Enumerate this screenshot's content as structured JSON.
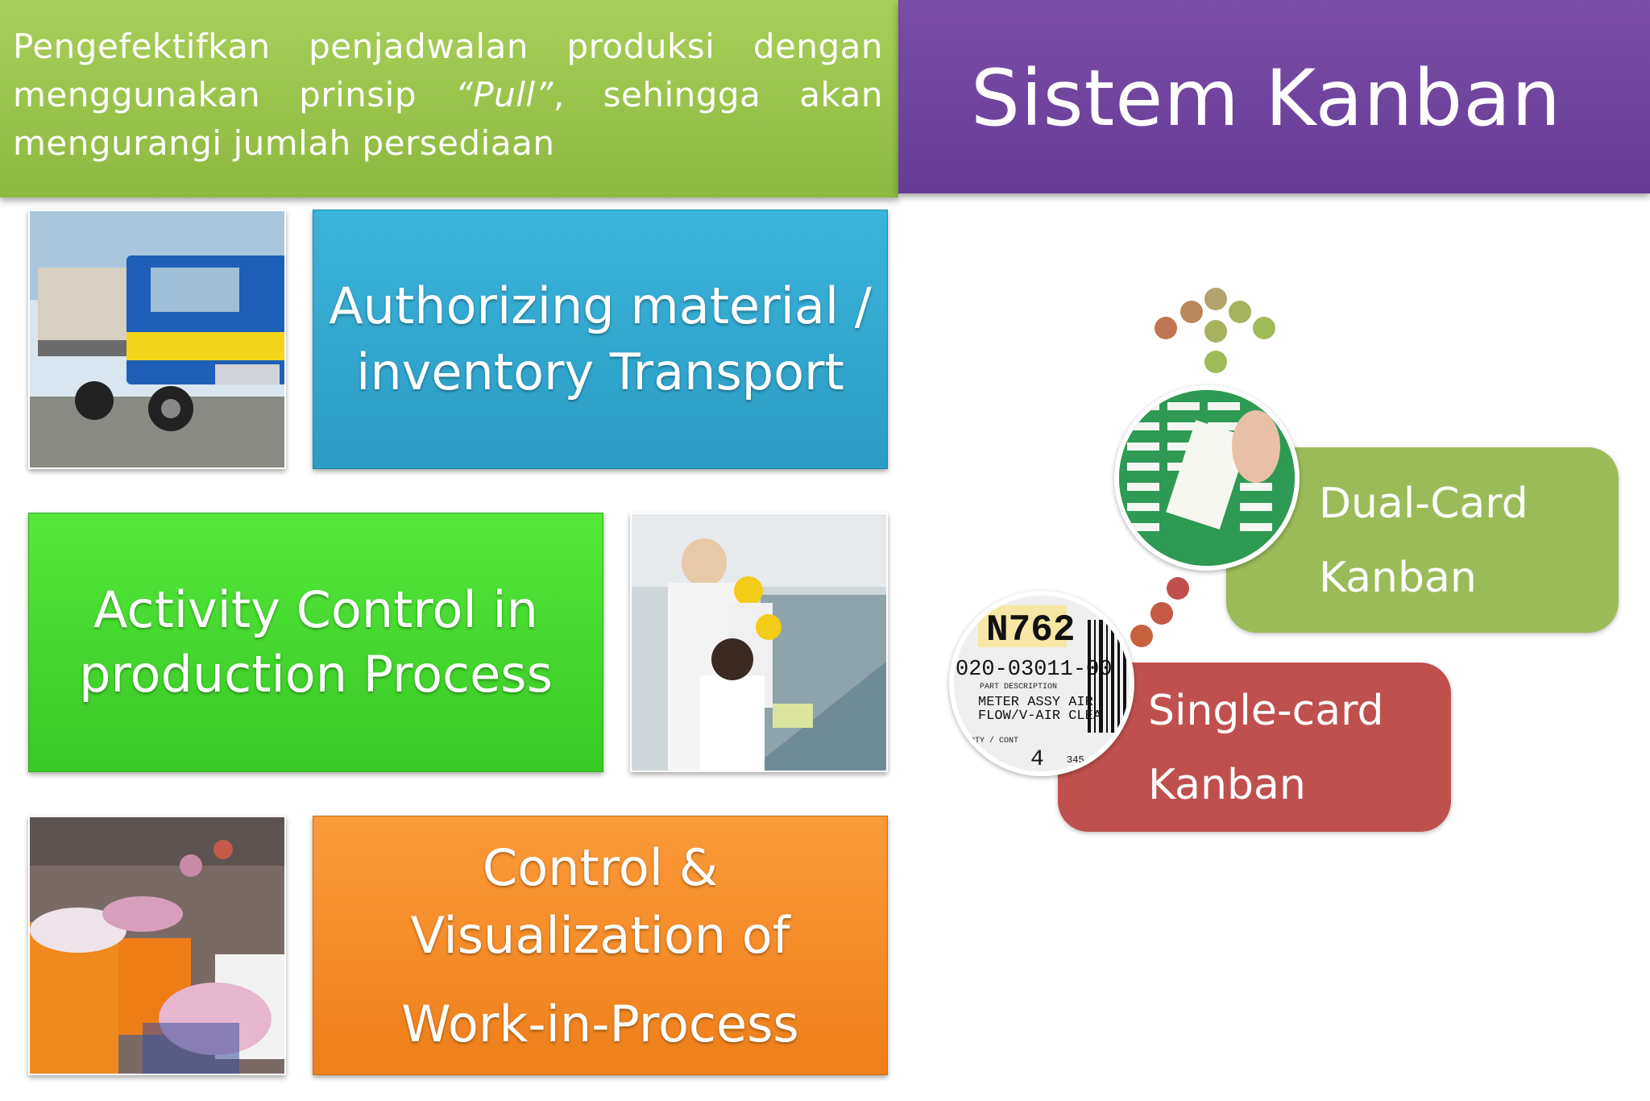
{
  "header": {
    "subtitle_part1": "Pengefektifkan penjadwalan produksi dengan menggunakan prinsip ",
    "subtitle_pull": "“Pull”",
    "subtitle_part2": ", sehingga akan mengurangi jumlah persediaan",
    "title": "Sistem Kanban"
  },
  "boxes": {
    "transport": {
      "line1": "Authorizing material /",
      "line2": "inventory Transport"
    },
    "activity": {
      "line1": "Activity Control in",
      "line2": "production Process"
    },
    "control": {
      "line1": "Control &",
      "line2": "Visualization of",
      "line3": "Work-in-Process"
    }
  },
  "diagram": {
    "dual_card": {
      "line1": "Dual-Card",
      "line2": "Kanban"
    },
    "single_card": {
      "line1": "Single-card",
      "line2": "Kanban"
    },
    "kanban_label": {
      "number": "N762",
      "part_no": "020-03011-00",
      "part_desc_label": "PART DESCRIPTION",
      "desc_line1": "METER ASSY AIR",
      "desc_line2": "FLOW/V-AIR CLEA",
      "qty_label": "QTY / CONT",
      "qty": "4",
      "serial": "345"
    }
  },
  "colors": {
    "green_header": "#9bc74e",
    "purple_header": "#7048a0",
    "blue_box": "#33abd3",
    "green_box": "#45d82e",
    "orange_box": "#f58c28",
    "dual_card": "#9bbb59",
    "single_card": "#c0504d"
  }
}
